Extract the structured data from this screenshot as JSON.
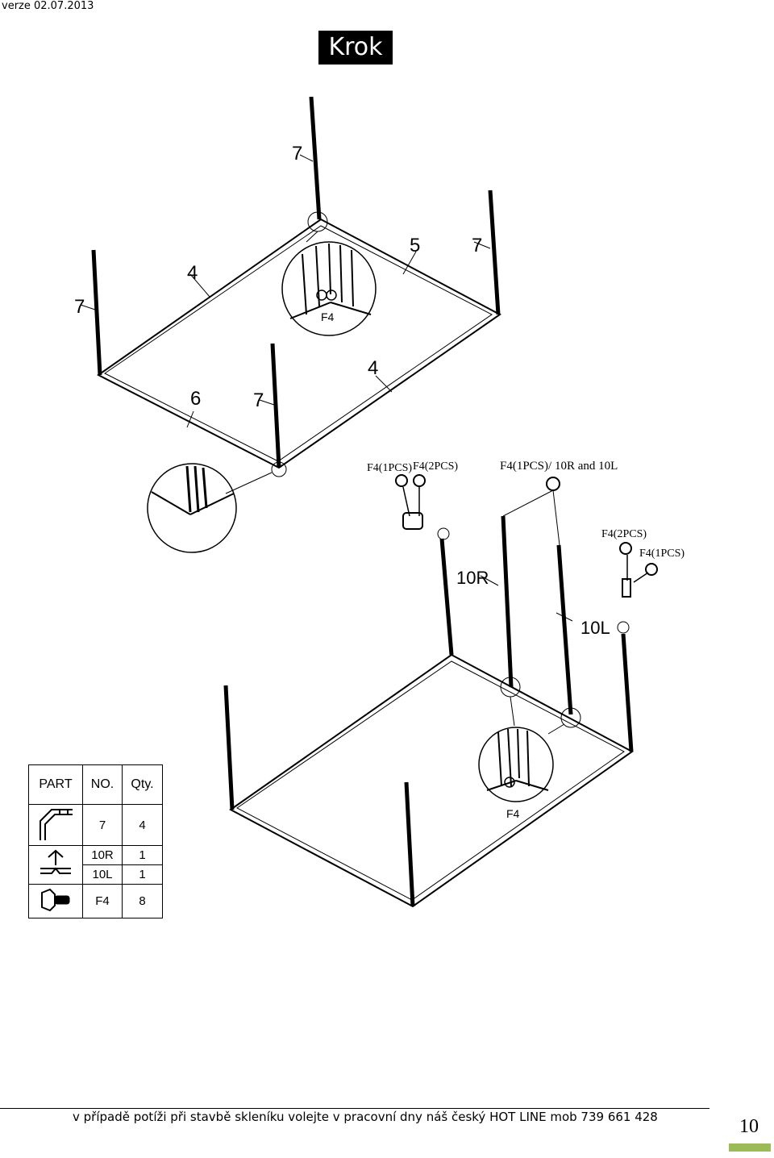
{
  "header": {
    "version": "verze 02.07.2013",
    "step_title": "Krok 4"
  },
  "labels": {
    "a7": "7",
    "a4": "4",
    "a5": "5",
    "a7b": "7",
    "a7c": "7",
    "a6": "6",
    "a7d": "7",
    "a4b": "4",
    "detailF4": "F4",
    "f4_1pcs": "F4(1PCS)",
    "f4_2pcs": "F4(2PCS)",
    "f4_1pcs_10": "F4(1PCS)/ 10R and 10L",
    "f4_2pcs_b": "F4(2PCS)",
    "f4_1pcs_b": "F4(1PCS)",
    "p10R": "10R",
    "p10L": "10L",
    "detailF4b": "F4"
  },
  "table": {
    "headers": [
      "PART",
      "NO.",
      "Qty."
    ],
    "rows": [
      {
        "icon": "corner-profile-icon",
        "no": [
          "7"
        ],
        "qty": [
          "4"
        ]
      },
      {
        "icon": "bracket-profile-icon",
        "no": [
          "10R",
          "10L"
        ],
        "qty": [
          "1",
          "1"
        ]
      },
      {
        "icon": "bolt-icon",
        "no": [
          "F4"
        ],
        "qty": [
          "8"
        ]
      }
    ]
  },
  "footer": {
    "text": "v případě potíži při stavbě skleníku volejte v pracovní dny náš český HOT LINE mob 739 661 428",
    "page_number": "10"
  },
  "colors": {
    "ink": "#000000",
    "accent": "#9bbb59"
  }
}
